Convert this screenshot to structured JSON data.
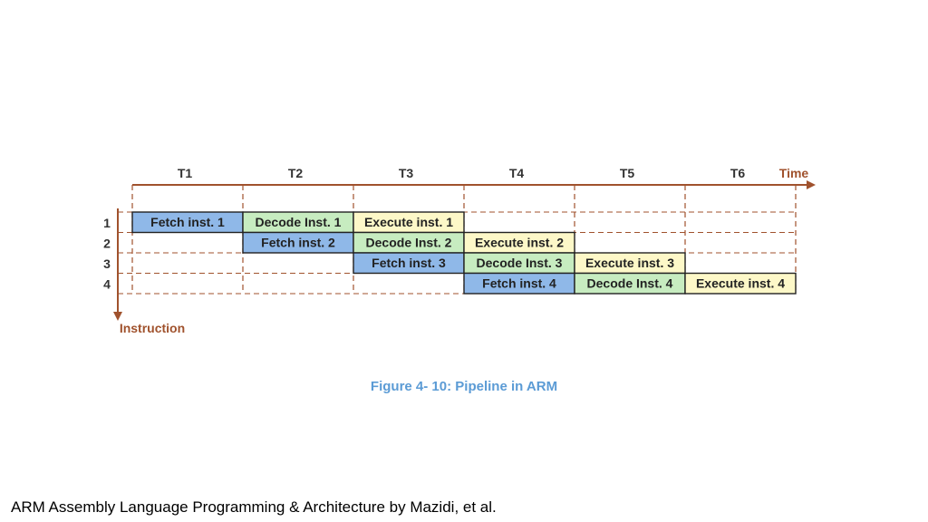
{
  "colors": {
    "axis": "#a0522d",
    "fetch": "#8fb8e8",
    "decode": "#c7ecc0",
    "execute": "#fdf8c8",
    "caption": "#5b9bd5"
  },
  "diagram": {
    "time_label": "Time",
    "instruction_label": "Instruction",
    "periods": [
      "T1",
      "T2",
      "T3",
      "T4",
      "T5",
      "T6"
    ],
    "rows": [
      "1",
      "2",
      "3",
      "4"
    ],
    "cells": [
      {
        "row": 0,
        "col": 0,
        "stage": "fetch",
        "label": "Fetch inst. 1"
      },
      {
        "row": 0,
        "col": 1,
        "stage": "decode",
        "label": "Decode Inst. 1"
      },
      {
        "row": 0,
        "col": 2,
        "stage": "execute",
        "label": "Execute inst. 1"
      },
      {
        "row": 1,
        "col": 1,
        "stage": "fetch",
        "label": "Fetch inst. 2"
      },
      {
        "row": 1,
        "col": 2,
        "stage": "decode",
        "label": "Decode Inst. 2"
      },
      {
        "row": 1,
        "col": 3,
        "stage": "execute",
        "label": "Execute inst. 2"
      },
      {
        "row": 2,
        "col": 2,
        "stage": "fetch",
        "label": "Fetch inst. 3"
      },
      {
        "row": 2,
        "col": 3,
        "stage": "decode",
        "label": "Decode Inst. 3"
      },
      {
        "row": 2,
        "col": 4,
        "stage": "execute",
        "label": "Execute inst. 3"
      },
      {
        "row": 3,
        "col": 3,
        "stage": "fetch",
        "label": "Fetch inst. 4"
      },
      {
        "row": 3,
        "col": 4,
        "stage": "decode",
        "label": "Decode Inst. 4"
      },
      {
        "row": 3,
        "col": 5,
        "stage": "execute",
        "label": "Execute inst. 4"
      }
    ]
  },
  "caption": "Figure 4- 10: Pipeline in ARM",
  "footer": "ARM Assembly Language Programming & Architecture by Mazidi, et al."
}
